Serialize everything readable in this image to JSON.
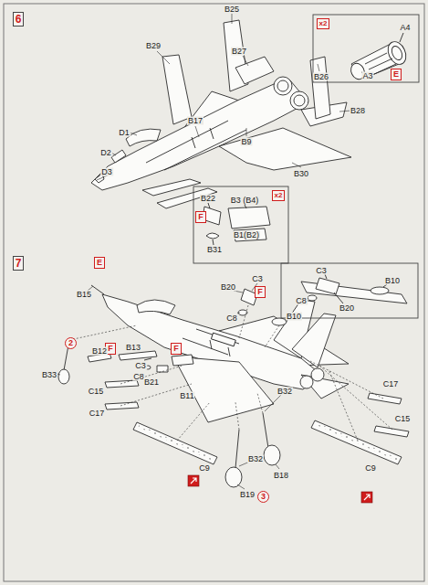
{
  "diagram": {
    "nodes": [
      {
        "text": [
          "6"
        ]
      },
      {
        "text": [
          "x2"
        ]
      },
      {
        "text": [
          "E"
        ]
      },
      {
        "text": [
          "x2"
        ]
      },
      {
        "text": [
          "F"
        ]
      },
      {
        "text": [
          "7"
        ]
      },
      {
        "text": [
          "E"
        ]
      },
      {
        "text": [
          "F"
        ]
      },
      {
        "text": [
          "F"
        ]
      },
      {
        "text": [
          "F"
        ]
      },
      {
        "text": [
          "2"
        ]
      },
      {
        "text": [
          "3"
        ]
      }
    ],
    "edges": [],
    "labels": [
      "B29",
      "B25",
      "B27",
      "D1",
      "D2",
      "D3",
      "B17",
      "B9",
      "B26",
      "A4",
      "A3",
      "B28",
      "B30",
      "B22",
      "B3 (B4)",
      "B1(B2)",
      "B31",
      "B15",
      "C3",
      "B10",
      "C8",
      "B20",
      "C3",
      "B20",
      "C8",
      "B10",
      "B33",
      "B12",
      "B13",
      "C3",
      "C8",
      "B21",
      "C15",
      "C17",
      "B11",
      "C17",
      "B32",
      "C15",
      "B32",
      "B18",
      "B19",
      "C9",
      "C9"
    ]
  }
}
